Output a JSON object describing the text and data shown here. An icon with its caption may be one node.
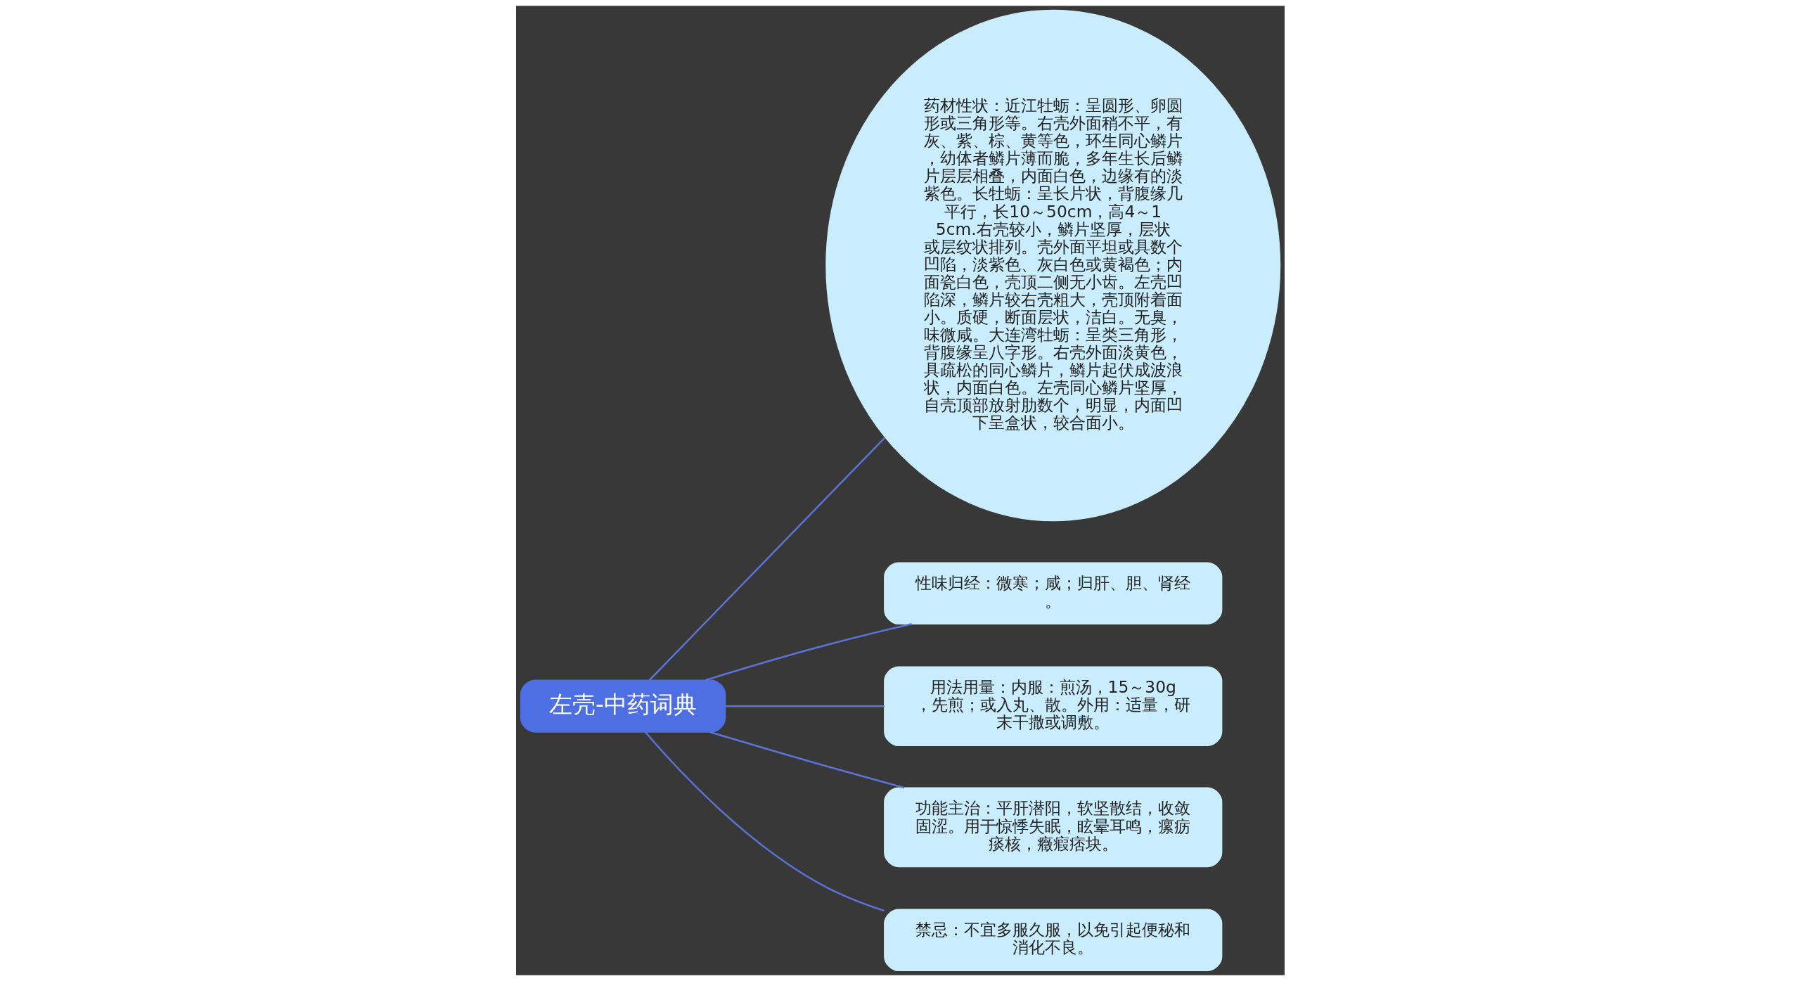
{
  "diagram": {
    "nodes": [
      {
        "text": [
          "左壳-中药词典"
        ]
      },
      {
        "text": [
          "药材性状：近江牡蛎：呈圆形、卵圆形或三角形等。右壳外面稍不平，有灰、紫、棕、黄等色，环生同心鳞片，幼体者鳞片薄而脆，多年生长后鳞片层层相叠，内面白色，边缘有的淡紫色。长牡蛎：呈长片状，背腹缘几平行，长10～50cm，高4～15cm.右壳较小，鳞片坚厚，层状或层纹状排列。壳外面平坦或具数个凹陷，淡紫色、灰白色或黄褐色；内面瓷白色，壳顶二侧无小齿。左壳凹陷深，鳞片较右壳粗大，壳顶附着面小。质硬，断面层状，洁白。无臭，味微咸。大连湾牡蛎：呈类三角形，背腹缘呈八字形。右壳外面淡黄色，具疏松的同心鳞片，鳞片起伏成波浪状，内面白色。左壳同心鳞片坚厚，自壳顶部放射肋数个，明显，内面凹下呈盒状，较合面小。"
        ]
      },
      {
        "text": [
          "性味归经：微寒；咸；归肝、胆、肾经。"
        ]
      },
      {
        "text": [
          "用法用量：内服：煎汤，15～30g，先煎；或入丸、散。外用：适量，研末干撒或调敷。"
        ]
      },
      {
        "text": [
          "功能主治：平肝潜阳，软坚散结，收敛固涩。用于惊悸失眠，眩晕耳鸣，瘰疬痰核，癥瘕痞块。"
        ]
      },
      {
        "text": [
          "禁忌：不宜多服久服，以免引起便秘和消化不良。"
        ]
      }
    ],
    "edges": [
      {
        "from": 0,
        "to": 1,
        "arrow": "none"
      },
      {
        "from": 0,
        "to": 2,
        "arrow": "none"
      },
      {
        "from": 0,
        "to": 3,
        "arrow": "none"
      },
      {
        "from": 0,
        "to": 4,
        "arrow": "none"
      },
      {
        "from": 0,
        "to": 5,
        "arrow": "none"
      }
    ]
  }
}
